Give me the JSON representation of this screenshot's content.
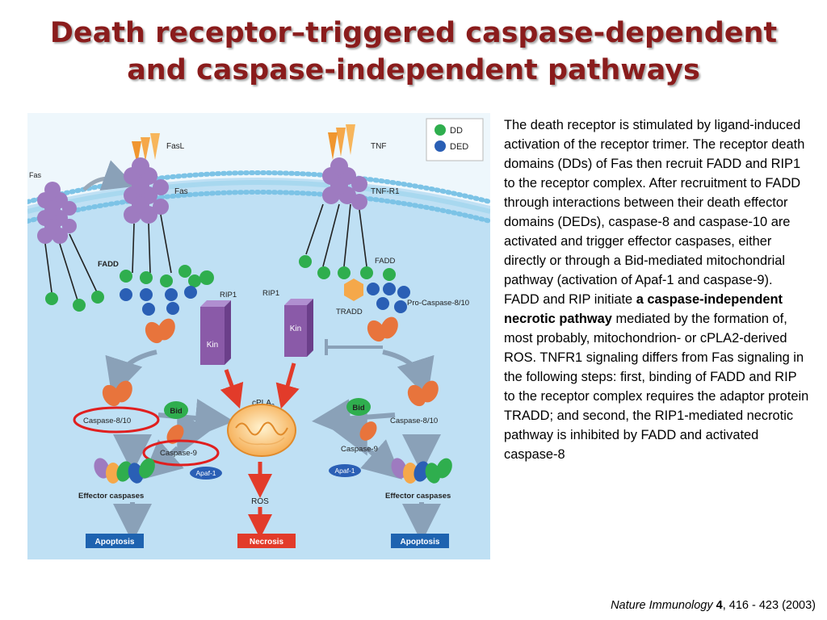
{
  "title": {
    "line1": "Death receptor–triggered caspase-dependent",
    "line2": "and caspase-independent pathways"
  },
  "diagram": {
    "legend": {
      "dd": "DD",
      "ded": "DED"
    },
    "labels": {
      "fasl": "FasL",
      "fas_left": "Fas",
      "fas_right": "Fas",
      "tnf": "TNF",
      "tnfr1": "TNF-R1",
      "fadd_left": "FADD",
      "fadd_right": "FADD",
      "rip1_left": "RIP1",
      "rip1_right": "RIP1",
      "tradd": "TRADD",
      "procasp": "Pro-Caspase-8/10",
      "kin_left": "Kin",
      "kin_right": "Kin",
      "cpla2": "cPLA",
      "cpla2_sub": "2",
      "casp810_left": "Caspase-8/10",
      "casp810_right": "Caspase-8/10",
      "bid_left": "Bid",
      "bid_right": "Bid",
      "casp9_left": "Caspase-9",
      "casp9_right": "Caspase-9",
      "apaf_left": "Apaf-1",
      "apaf_right": "Apaf-1",
      "effector_left": "Effector caspases",
      "effector_right": "Effector caspases",
      "ros": "ROS",
      "apoptosis_left": "Apoptosis",
      "apoptosis_right": "Apoptosis",
      "necrosis": "Necrosis"
    },
    "colors": {
      "dd": "#2fae4e",
      "ded": "#2a5fb5",
      "receptor": "#9e7bc0",
      "ligand": "#f5a84a",
      "kinase": "#8a5aa8",
      "caspase": "#e8743c",
      "apoptosis": "#1e63b0",
      "necrosis": "#e23b2a",
      "highlight_circle": "#e01f1f",
      "cell_bg": "#bfe0f4"
    }
  },
  "description": {
    "p1": "The death receptor is stimulated by ligand-induced activation of the receptor trimer. The receptor death domains (DDs) of Fas then recruit FADD and RIP1 to the receptor complex. After recruitment to FADD through interactions between their death effector domains (DEDs), caspase-8 and caspase-10 are activated and trigger effector caspases, either directly or through a Bid-mediated mitochondrial pathway (activation of Apaf-1 and caspase-9).",
    "p2_start": "FADD and RIP initiate ",
    "p2_bold": "a caspase-independent necrotic pathway",
    "p2_end": " mediated by the formation of, most probably, mitochondrion- or cPLA2-derived ROS. TNFR1 signaling differs from Fas signaling in the following steps: first, binding of FADD and RIP to the receptor complex requires the adaptor protein TRADD; and second, the RIP1-mediated necrotic pathway is inhibited by FADD and activated caspase-8"
  },
  "citation": {
    "journal": "Nature Immunology",
    "volume": "4",
    "rest": ", 416 - 423 (2003)"
  }
}
